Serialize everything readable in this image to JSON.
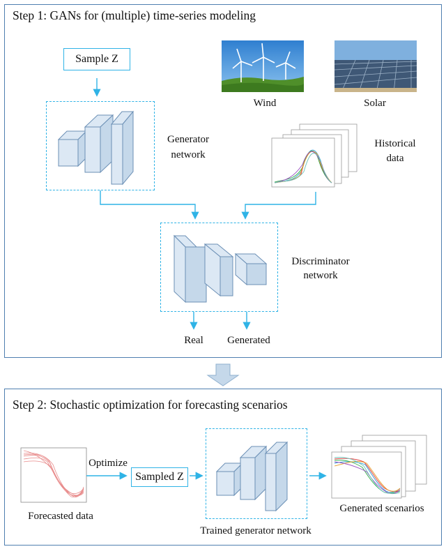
{
  "step1": {
    "title": "Step 1: GANs for (multiple) time-series modeling",
    "sample_z": "Sample Z",
    "generator": [
      "Generator",
      "network"
    ],
    "discriminator": [
      "Discriminator",
      "network"
    ],
    "historical": [
      "Historical",
      "data"
    ],
    "wind": "Wind",
    "solar": "Solar",
    "real": "Real",
    "generated": "Generated"
  },
  "step2": {
    "title": "Step 2: Stochastic optimization for forecasting scenarios",
    "optimize": "Optimize",
    "sampled_z": "Sampled Z",
    "forecasted": "Forecasted data",
    "trained_generator": "Trained generator network",
    "generated_scenarios": "Generated scenarios"
  },
  "colors": {
    "panel_border": "#4f7fb0",
    "arrow": "#2fb3e6",
    "block_fill": "#dce8f4",
    "block_stroke": "#6b8fb5",
    "big_arrow": "#c5d8ea"
  }
}
